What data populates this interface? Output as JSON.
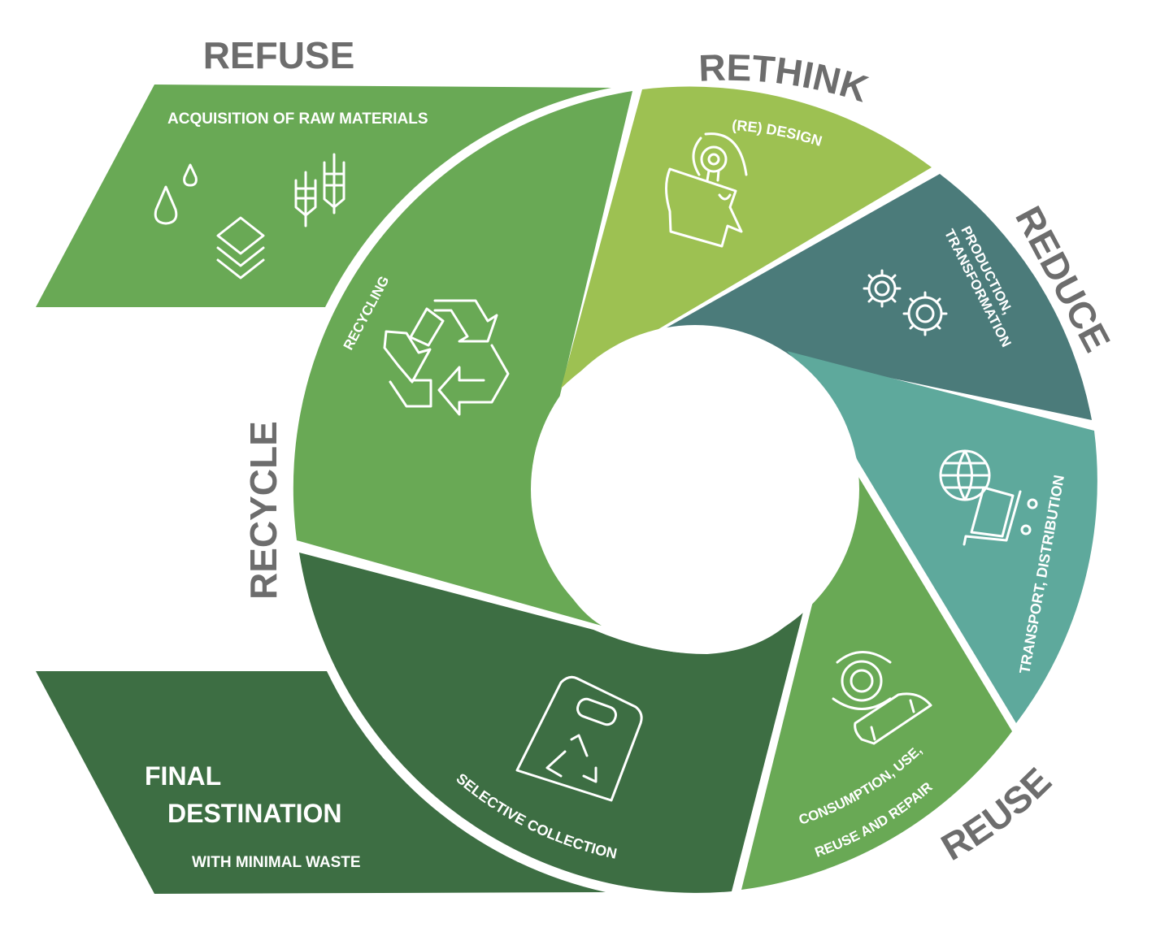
{
  "title": "Circular economy cycle",
  "colors": {
    "refuse_green": "#69a955",
    "rethink_lime": "#9dc152",
    "reduce_teal_dark": "#4b7b7a",
    "transport_teal": "#5ea99c",
    "reuse_green": "#69a955",
    "selective_dark_green": "#3d6e43",
    "label_gray": "#6d6d6d",
    "text_white": "#ffffff"
  },
  "stage_labels": {
    "refuse": "REFUSE",
    "rethink": "RETHINK",
    "reduce": "REDUCE",
    "reuse": "REUSE",
    "recycle": "RECYCLE"
  },
  "segments": {
    "raw_materials": {
      "label": "ACQUISITION OF RAW MATERIALS",
      "icons": [
        "water-drops-icon",
        "layers-icon",
        "wheat-icon"
      ]
    },
    "recycling": {
      "label": "RECYCLING",
      "icon": "recycle-icon"
    },
    "redesign": {
      "label": "(RE) DESIGN",
      "icon": "head-lightbulb-icon"
    },
    "production": {
      "line1": "PRODUCTION,",
      "line2": "TRANSFORMATION",
      "icon": "gears-icon"
    },
    "transport": {
      "label": "TRANSPORT, DISTRIBUTION",
      "icon": "globe-cart-icon"
    },
    "consumption": {
      "line1": "CONSUMPTION, USE,",
      "line2": "REUSE AND REPAIR",
      "icon": "gear-hand-icon"
    },
    "selective_collection": {
      "label": "SELECTIVE COLLECTION",
      "icon": "recycle-bag-icon"
    },
    "final_destination": {
      "line1": "FINAL",
      "line2": "DESTINATION",
      "subtitle": "WITH MINIMAL WASTE"
    }
  }
}
